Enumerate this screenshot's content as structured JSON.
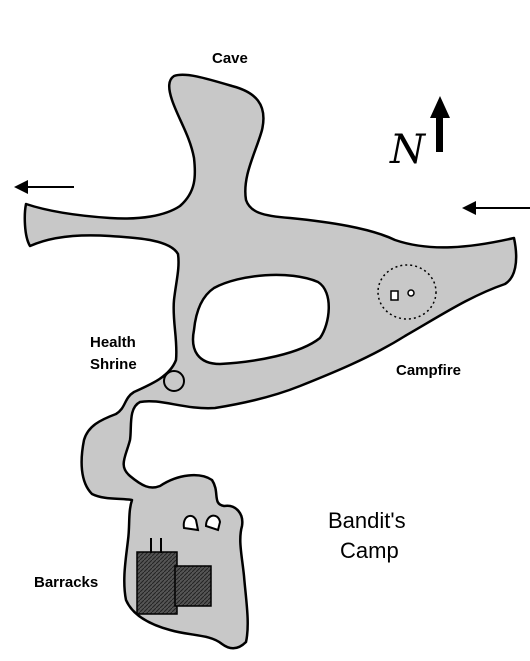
{
  "map": {
    "title_line1": "Bandit's",
    "title_line2": "Camp",
    "labels": {
      "cave": "Cave",
      "health_line1": "Health",
      "health_line2": "Shrine",
      "campfire": "Campfire",
      "barracks": "Barracks"
    },
    "compass": {
      "letter": "N",
      "icon": "north-arrow-icon"
    },
    "colors": {
      "floor": "#c8c8c8",
      "outline": "#000000",
      "building": "#444444",
      "background": "#ffffff"
    }
  }
}
